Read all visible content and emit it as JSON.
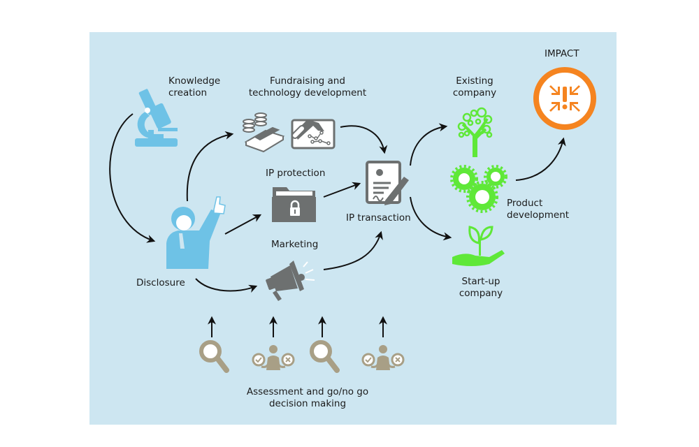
{
  "diagram": {
    "title": "Technology transfer process",
    "colors": {
      "background": "#cde6f1",
      "blue_icons": "#6ec2e6",
      "gray_icons": "#6d7070",
      "green_icons": "#5fe838",
      "tan_icons": "#a89f86",
      "impact_orange": "#f58420",
      "arrows": "#111111"
    },
    "nodes": {
      "knowledge_creation": {
        "label_line1": "Knowledge",
        "label_line2": "creation",
        "icon": "microscope-icon"
      },
      "fundraising": {
        "label_line1": "Fundraising and",
        "label_line2": "technology development",
        "icons": [
          "money-stack-icon",
          "hammer-circuit-icon"
        ]
      },
      "ip_protection": {
        "label": "IP protection",
        "icon": "locked-folder-icon"
      },
      "marketing": {
        "label": "Marketing",
        "icon": "megaphone-icon"
      },
      "disclosure": {
        "label": "Disclosure",
        "icon": "person-raising-hand-icon"
      },
      "ip_transaction": {
        "label": "IP transaction",
        "icon": "signed-contract-icon"
      },
      "existing_company": {
        "label_line1": "Existing",
        "label_line2": "company",
        "icon": "tree-icon"
      },
      "product_development": {
        "label_line1": "Product",
        "label_line2": "development",
        "icon": "gears-icon"
      },
      "startup_company": {
        "label_line1": "Start-up",
        "label_line2": "company",
        "icon": "seedling-in-hand-icon"
      },
      "impact": {
        "label": "IMPACT",
        "icon": "impact-alert-icon"
      },
      "assessment": {
        "label_line1": "Assessment and go/no go",
        "label_line2": "decision making",
        "icons": [
          "magnifier-icon",
          "decision-person-icon",
          "magnifier-icon",
          "decision-person-icon"
        ]
      }
    }
  }
}
